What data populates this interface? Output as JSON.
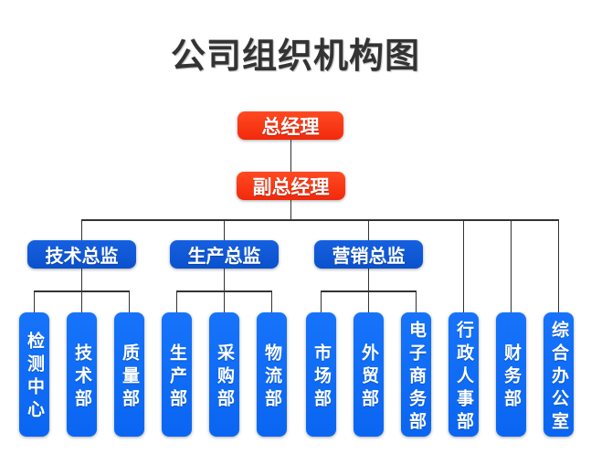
{
  "title": "公司组织机构图",
  "colors": {
    "red": "#f2290b",
    "blue_dark": "#0b51cc",
    "blue": "#0a66f2",
    "line": "#333333",
    "title_color": "#333333",
    "background": "#ffffff"
  },
  "org": {
    "root": {
      "label": "总经理"
    },
    "deputy": {
      "label": "副总经理"
    },
    "directors": [
      {
        "label": "技术总监",
        "departments": [
          "检测中心",
          "技术部",
          "质量部"
        ]
      },
      {
        "label": "生产总监",
        "departments": [
          "生产部",
          "采购部",
          "物流部"
        ]
      },
      {
        "label": "营销总监",
        "departments": [
          "市场部",
          "外贸部",
          "电子商务部"
        ]
      }
    ],
    "direct_departments": [
      "行政人事部",
      "财务部",
      "综合办公室"
    ]
  }
}
